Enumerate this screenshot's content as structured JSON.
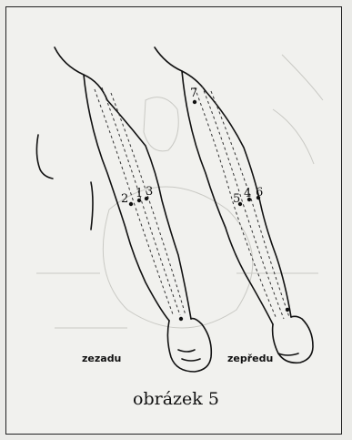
{
  "figure": {
    "caption": "obrázek 5",
    "view_labels": {
      "back": "zezadu",
      "front": "zepředu"
    },
    "point_labels": [
      "2",
      "1",
      "3",
      "5",
      "4",
      "6",
      "7"
    ]
  }
}
